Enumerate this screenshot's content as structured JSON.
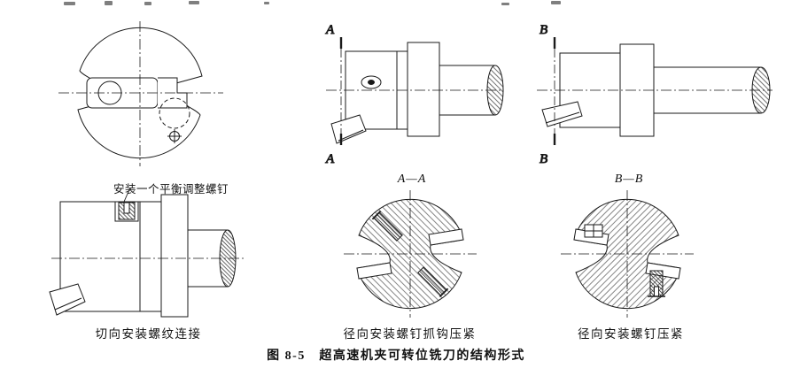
{
  "figure": {
    "caption": "图 8-5　超高速机夹可转位铣刀的结构形式"
  },
  "views": {
    "end_view": {
      "description": "end-view-of-tangential-mount-cutter"
    },
    "side_view_a": {
      "label_top": "A",
      "label_bottom": "A"
    },
    "side_view_b": {
      "label_top": "B",
      "label_bottom": "B"
    },
    "tangential_view": {
      "annotation": "安装一个平衡调整螺钉",
      "caption": "切向安装螺纹连接"
    },
    "section_aa": {
      "title": "A—A",
      "caption": "径向安装螺钉抓钩压紧"
    },
    "section_bb": {
      "title": "B—B",
      "caption": "径向安装螺钉压紧"
    }
  },
  "colors": {
    "line": "#1a1a1a",
    "paper": "#ffffff"
  }
}
